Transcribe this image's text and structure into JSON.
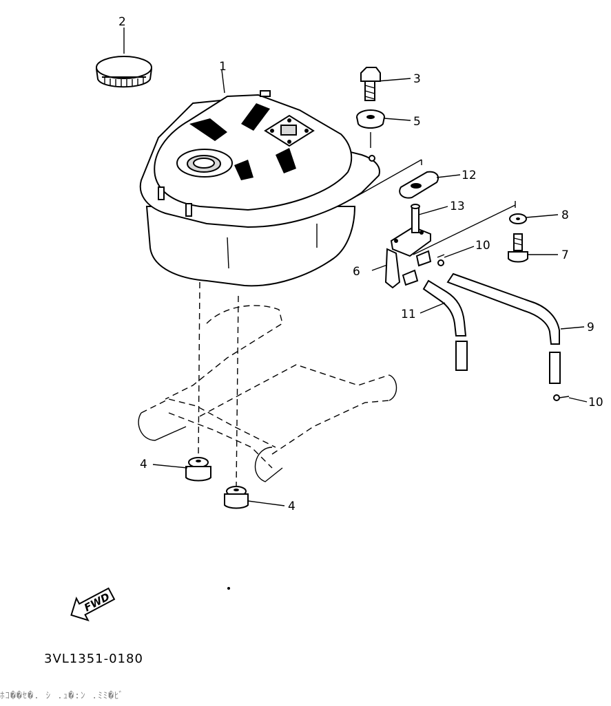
{
  "diagram": {
    "code": "3VL1351-0180",
    "fwd_label": "FWD",
    "footer_text": "ﾎｺ��ｾ�. ｼ .ｭ�:ﾝ .ﾐﾐ�ﾋﾞ",
    "callouts": [
      "1",
      "2",
      "3",
      "4",
      "4",
      "5",
      "6",
      "7",
      "8",
      "9",
      "10",
      "10",
      "11",
      "12",
      "13"
    ]
  }
}
